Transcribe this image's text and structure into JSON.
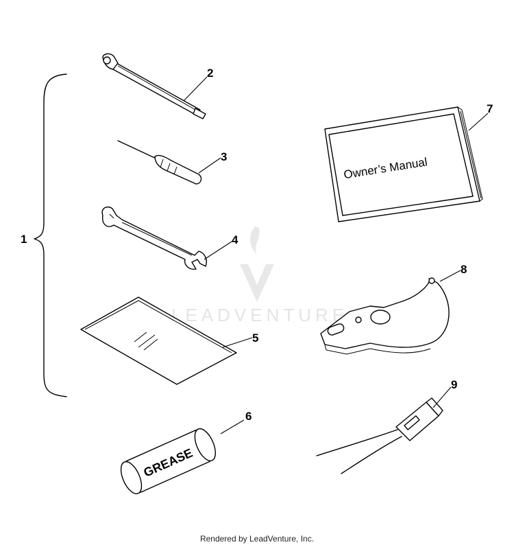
{
  "callouts": {
    "c1": "1",
    "c2": "2",
    "c3": "3",
    "c4": "4",
    "c5": "5",
    "c6": "6",
    "c7": "7",
    "c8": "8",
    "c9": "9"
  },
  "manual_cover_text": "Owner’s Manual",
  "grease_label": "GREASE",
  "watermark_text": "LEADVENTURE",
  "footer_text": "Rendered by LeadVenture, Inc."
}
